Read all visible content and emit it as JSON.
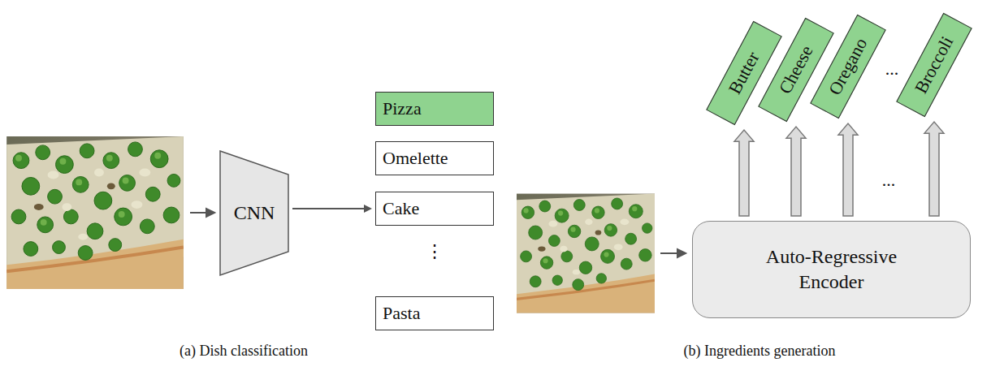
{
  "diagram": {
    "nodes": [
      {
        "text": [
          "CNN"
        ]
      },
      {
        "text": [
          "Pizza"
        ]
      },
      {
        "text": [
          "Omelette"
        ]
      },
      {
        "text": [
          "Cake"
        ]
      },
      {
        "text": [
          "Pasta"
        ]
      },
      {
        "text": [
          "Auto-Regressive Encoder"
        ]
      },
      {
        "text": [
          "Butter"
        ]
      },
      {
        "text": [
          "Cheese"
        ]
      },
      {
        "text": [
          "Oregano"
        ]
      },
      {
        "text": [
          "Broccoli"
        ]
      }
    ],
    "edges": [
      {
        "from": 0,
        "to": 3,
        "arrow": "to"
      },
      {
        "from": 5,
        "to": 6,
        "arrow": "to"
      },
      {
        "from": 5,
        "to": 7,
        "arrow": "to"
      },
      {
        "from": 5,
        "to": 8,
        "arrow": "to"
      },
      {
        "from": 5,
        "to": 9,
        "arrow": "to"
      }
    ],
    "labels": [
      "⋮",
      "...",
      "...",
      "(a) Dish classification",
      "(b) Ingredients generation"
    ]
  }
}
